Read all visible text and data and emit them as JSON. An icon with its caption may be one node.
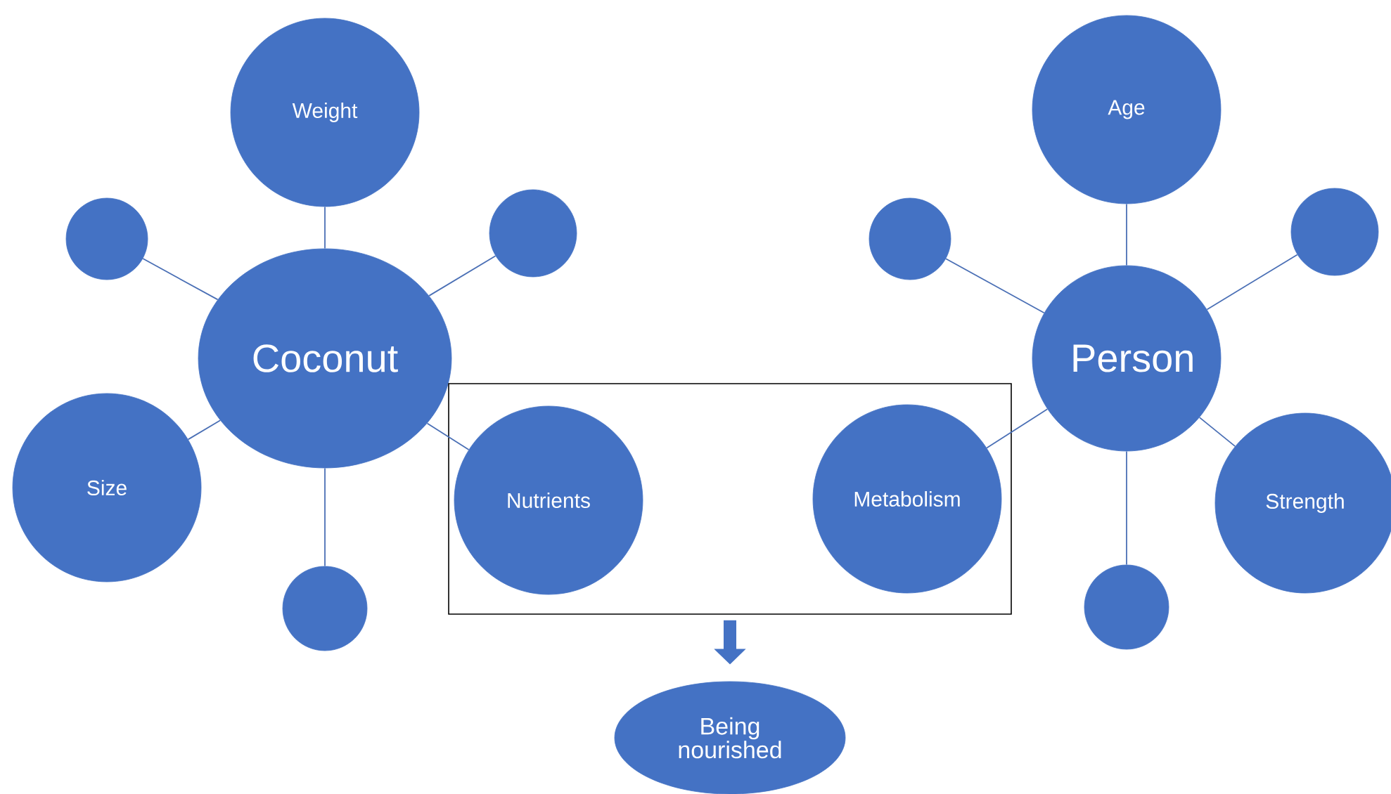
{
  "diagram": {
    "nodes": [
      {
        "text": [
          "Coconut"
        ]
      },
      {
        "text": [
          "Weight"
        ]
      },
      {
        "text": [],
        "shape": "circle"
      },
      {
        "text": [],
        "shape": "circle"
      },
      {
        "text": [
          "Size"
        ]
      },
      {
        "text": [],
        "shape": "circle"
      },
      {
        "text": [],
        "shape": "box"
      },
      {
        "text": [
          "Nutrients"
        ],
        "in": 6
      },
      {
        "text": [
          "Person"
        ]
      },
      {
        "text": [
          "Age"
        ]
      },
      {
        "text": [],
        "shape": "circle"
      },
      {
        "text": [],
        "shape": "circle"
      },
      {
        "text": [
          "Metabolism"
        ],
        "in": 6
      },
      {
        "text": [
          "Strength"
        ]
      },
      {
        "text": [],
        "shape": "circle"
      },
      {
        "text": [
          "Being nourished"
        ]
      }
    ],
    "edges": [
      {
        "from": 0,
        "to": 1,
        "arrow": "none"
      },
      {
        "from": 0,
        "to": 2,
        "arrow": "none"
      },
      {
        "from": 0,
        "to": 3,
        "arrow": "none"
      },
      {
        "from": 0,
        "to": 4,
        "arrow": "none"
      },
      {
        "from": 0,
        "to": 5,
        "arrow": "none"
      },
      {
        "from": 0,
        "to": 7,
        "arrow": "none"
      },
      {
        "from": 8,
        "to": 9,
        "arrow": "none"
      },
      {
        "from": 8,
        "to": 10,
        "arrow": "none"
      },
      {
        "from": 8,
        "to": 11,
        "arrow": "none"
      },
      {
        "from": 8,
        "to": 12,
        "arrow": "none"
      },
      {
        "from": 8,
        "to": 13,
        "arrow": "none"
      },
      {
        "from": 8,
        "to": 14,
        "arrow": "none"
      },
      {
        "from": 6,
        "to": 15,
        "arrow": "to",
        "style": "thick"
      }
    ]
  }
}
